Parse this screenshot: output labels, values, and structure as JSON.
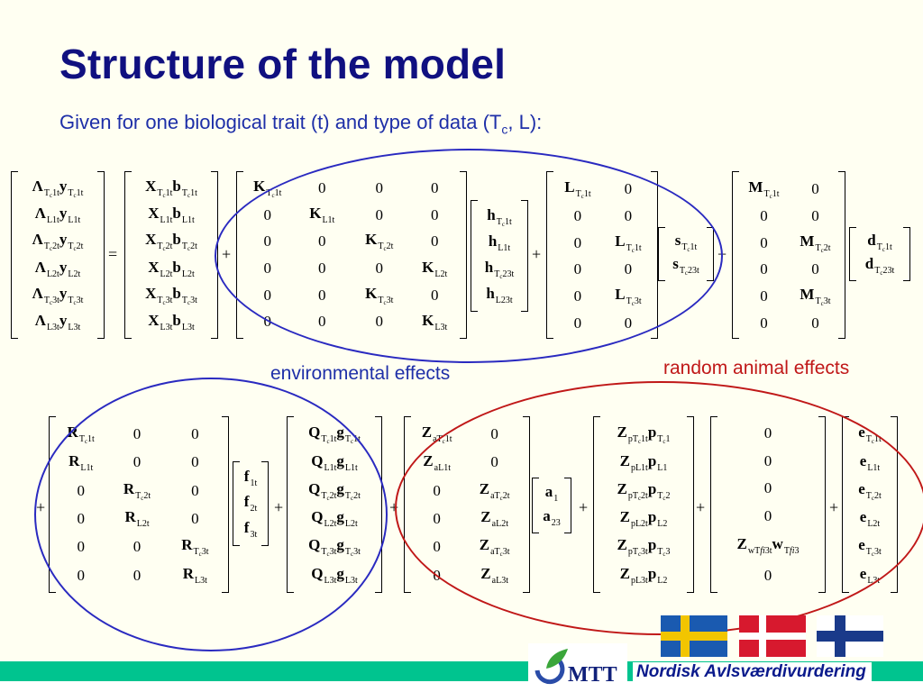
{
  "title": "Structure of the model",
  "subtitle": {
    "prefix": "Given for one biological trait (t) and type of data (T",
    "sub": "c",
    "suffix": ", L):"
  },
  "labels": {
    "environmental": "environmental effects",
    "random_animal": "random animal effects"
  },
  "footer": {
    "org": "Nordisk Avlsværdivurdering",
    "logo": "MTT"
  },
  "colors": {
    "title": "#101080",
    "subtitle": "#1e2fa8",
    "env_ellipse": "#2a2ac0",
    "animal_ellipse": "#c01818",
    "footer_bar": "#00c48f",
    "footer_text": "#0a1a8c"
  },
  "flags": [
    "sweden",
    "denmark",
    "finland"
  ],
  "eq1": {
    "lhs": [
      "Λ_{Tc1t} y_{Tc1t}",
      "Λ_{L1t} y_{L1t}",
      "Λ_{Tc2t} y_{Tc2t}",
      "Λ_{L2t} y_{L2t}",
      "Λ_{Tc3t} y_{Tc3t}",
      "Λ_{L3t} y_{L3t}"
    ],
    "fixed": [
      "X_{Tc1t} b_{Tc1t}",
      "X_{L1t} b_{L1t}",
      "X_{Tc2t} b_{Tc2t}",
      "X_{L2t} b_{L2t}",
      "X_{Tc3t} b_{Tc3t}",
      "X_{L3t} b_{L3t}"
    ],
    "K": [
      [
        "K_{Tc1t}",
        "0",
        "0",
        "0"
      ],
      [
        "0",
        "K_{L1t}",
        "0",
        "0"
      ],
      [
        "0",
        "0",
        "K_{Tc2t}",
        "0"
      ],
      [
        "0",
        "0",
        "0",
        "K_{L2t}"
      ],
      [
        "0",
        "0",
        "K_{Tc3t}",
        "0"
      ],
      [
        "0",
        "0",
        "0",
        "K_{L3t}"
      ]
    ],
    "h": [
      "h_{Tc1t}",
      "h_{L1t}",
      "h_{Tc23t}",
      "h_{L23t}"
    ],
    "L": [
      [
        "L_{Tc1t}",
        "0"
      ],
      [
        "0",
        "0"
      ],
      [
        "0",
        "L_{Tc1t}"
      ],
      [
        "0",
        "0"
      ],
      [
        "0",
        "L_{Tc3t}"
      ],
      [
        "0",
        "0"
      ]
    ],
    "s": [
      "s_{Tc1t}",
      "s_{Tc23t}"
    ],
    "M": [
      [
        "M_{Tc1t}",
        "0"
      ],
      [
        "0",
        "0"
      ],
      [
        "0",
        "M_{Tc2t}"
      ],
      [
        "0",
        "0"
      ],
      [
        "0",
        "M_{Tc3t}"
      ],
      [
        "0",
        "0"
      ]
    ],
    "d": [
      "d_{Tc1t}",
      "d_{Tc23t}"
    ]
  },
  "eq2": {
    "R": [
      [
        "R_{Tc1t}",
        "0",
        "0"
      ],
      [
        "R_{L1t}",
        "0",
        "0"
      ],
      [
        "0",
        "R_{Tc2t}",
        "0"
      ],
      [
        "0",
        "R_{L2t}",
        "0"
      ],
      [
        "0",
        "0",
        "R_{Tc3t}"
      ],
      [
        "0",
        "0",
        "R_{L3t}"
      ]
    ],
    "f": [
      "f_{1t}",
      "f_{2t}",
      "f_{3t}"
    ],
    "Q": [
      "Q_{Tc1t} g_{Tc1t}",
      "Q_{L1t} g_{L1t}",
      "Q_{Tc2t} g_{Tc2t}",
      "Q_{L2t} g_{L2t}",
      "Q_{Tc3t} g_{Tc3t}",
      "Q_{L3t} g_{L3t}"
    ],
    "Za": [
      [
        "Z_{aTc1t}",
        "0"
      ],
      [
        "Z_{aL1t}",
        "0"
      ],
      [
        "0",
        "Z_{aTc2t}"
      ],
      [
        "0",
        "Z_{aL2t}"
      ],
      [
        "0",
        "Z_{aTc3t}"
      ],
      [
        "0",
        "Z_{aL3t}"
      ]
    ],
    "a": [
      "a_{1}",
      "a_{23}"
    ],
    "Zp": [
      "Z_{pTc1t} p_{Tc1}",
      "Z_{pL1t} p_{L1}",
      "Z_{pTc2t} p_{Tc2}",
      "Z_{pL2t} p_{L2}",
      "Z_{pTc3t} p_{Tc3}",
      "Z_{pL3t} p_{L2}"
    ],
    "W": [
      "0",
      "0",
      "0",
      "0",
      "Z_{wTfi3t} w_{Tfi3}",
      "0"
    ],
    "e": [
      "e_{Tc1t}",
      "e_{L1t}",
      "e_{Tc2t}",
      "e_{L2t}",
      "e_{Tc3t}",
      "e_{L3t}"
    ]
  }
}
